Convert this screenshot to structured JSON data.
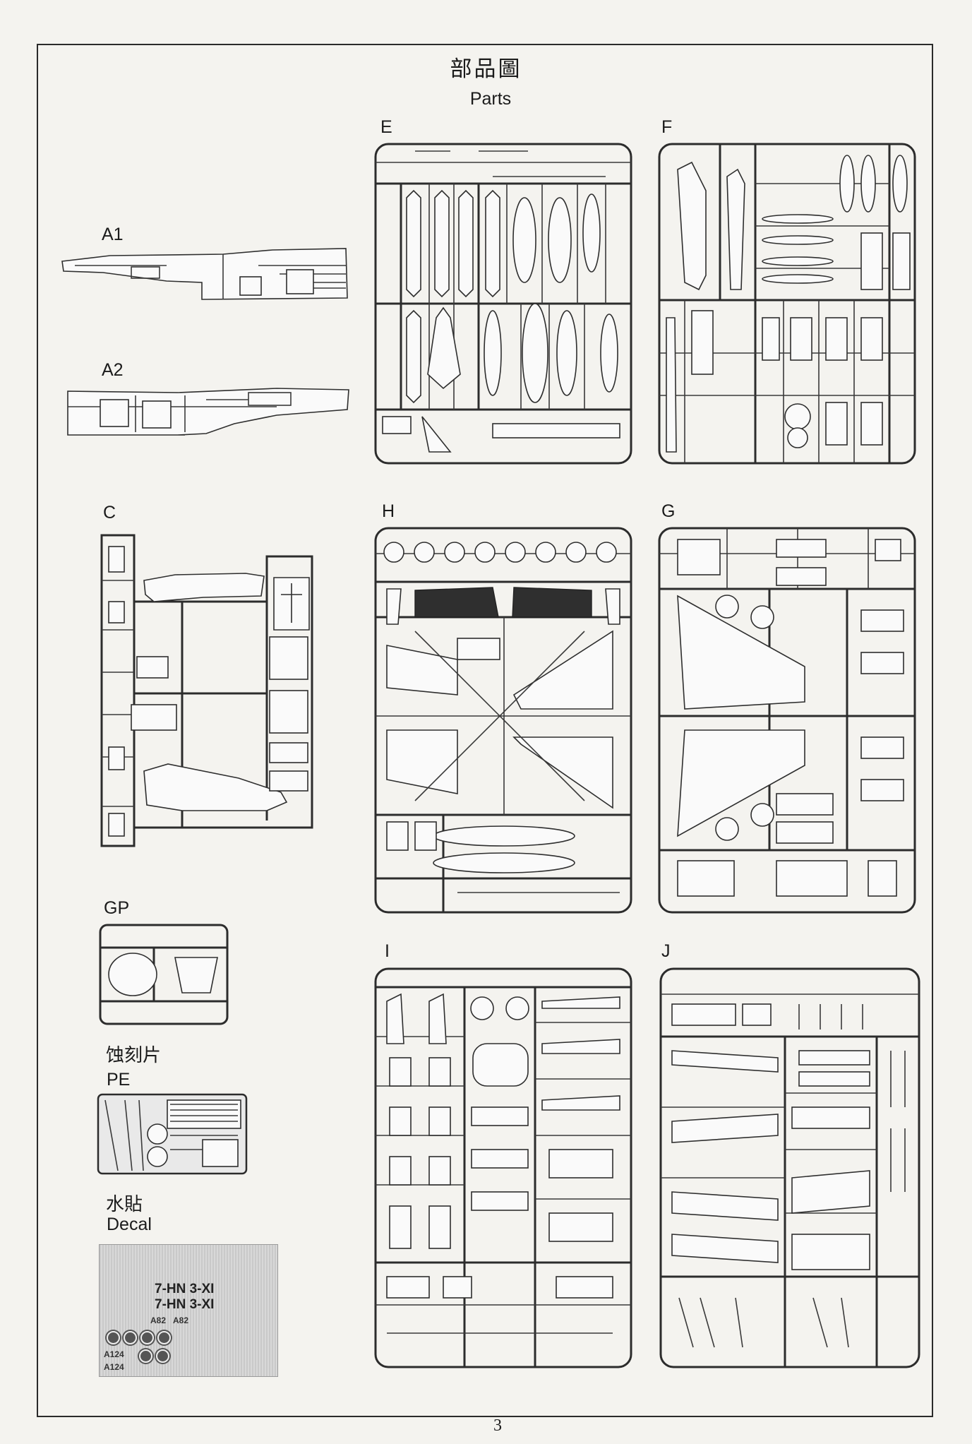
{
  "header": {
    "title_cn": "部品圖",
    "title_en": "Parts"
  },
  "sprues": {
    "a1": "A1",
    "a2": "A2",
    "c": "C",
    "e": "E",
    "f": "F",
    "h": "H",
    "g": "G",
    "i": "I",
    "j": "J",
    "gp": "GP"
  },
  "pe": {
    "label_cn": "蚀刻片",
    "label_en": "PE"
  },
  "decal": {
    "label_cn": "水貼",
    "label_en": "Decal",
    "codes": [
      "7-HN 3-XI",
      "7-HN 3-XI"
    ],
    "serials": [
      "A82",
      "A82",
      "A124",
      "A124"
    ]
  },
  "footer": {
    "page_number": "3"
  }
}
